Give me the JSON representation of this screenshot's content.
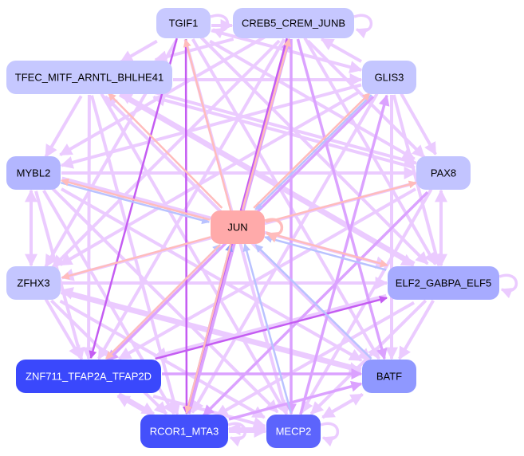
{
  "colors": {
    "edge_light": "#ebcbff",
    "edge_mid": "#dba2ff",
    "edge_dark": "#c45cf2",
    "edge_pink": "#ffbcbc",
    "edge_blue": "#b9c2ff",
    "edge_blue_dark": "#8e9cf8"
  },
  "nodes": [
    {
      "id": "TGIF1",
      "label": "TGIF1",
      "fill": "#c8c9ff",
      "text": "#000000"
    },
    {
      "id": "CREB5",
      "label": "CREB5_CREM_JUNB",
      "fill": "#c6c7ff",
      "text": "#000000"
    },
    {
      "id": "TFEC",
      "label": "TFEC_MITF_ARNTL_BHLHE41",
      "fill": "#c6c8ff",
      "text": "#000000"
    },
    {
      "id": "GLIS3",
      "label": "GLIS3",
      "fill": "#c4c6ff",
      "text": "#000000"
    },
    {
      "id": "MYBL2",
      "label": "MYBL2",
      "fill": "#b3b6ff",
      "text": "#000000"
    },
    {
      "id": "PAX8",
      "label": "PAX8",
      "fill": "#c2c4ff",
      "text": "#000000"
    },
    {
      "id": "JUN",
      "label": "JUN",
      "fill": "#ffaaaa",
      "text": "#000000"
    },
    {
      "id": "ZFHX3",
      "label": "ZFHX3",
      "fill": "#c4c6ff",
      "text": "#000000"
    },
    {
      "id": "ELF2",
      "label": "ELF2_GABPA_ELF5",
      "fill": "#a7abff",
      "text": "#000000"
    },
    {
      "id": "ZNF711",
      "label": "ZNF711_TFAP2A_TFAP2D",
      "fill": "#3a48fc",
      "text": "#ffffff"
    },
    {
      "id": "BATF",
      "label": "BATF",
      "fill": "#8f98ff",
      "text": "#000000"
    },
    {
      "id": "RCOR1",
      "label": "RCOR1_MTA3",
      "fill": "#4450fb",
      "text": "#ffffff"
    },
    {
      "id": "MECP2",
      "label": "MECP2",
      "fill": "#5c64fc",
      "text": "#ffffff"
    }
  ],
  "edges": [
    [
      "JUN",
      "TGIF1",
      "edge_pink"
    ],
    [
      "JUN",
      "CREB5",
      "edge_pink"
    ],
    [
      "JUN",
      "TFEC",
      "edge_pink"
    ],
    [
      "JUN",
      "GLIS3",
      "edge_pink"
    ],
    [
      "JUN",
      "MYBL2",
      "edge_pink"
    ],
    [
      "JUN",
      "PAX8",
      "edge_pink"
    ],
    [
      "JUN",
      "ZFHX3",
      "edge_pink"
    ],
    [
      "JUN",
      "ZNF711",
      "edge_pink"
    ],
    [
      "JUN",
      "RCOR1",
      "edge_pink"
    ],
    [
      "JUN",
      "ELF2",
      "edge_pink"
    ],
    [
      "GLIS3",
      "JUN",
      "edge_blue"
    ],
    [
      "MYBL2",
      "JUN",
      "edge_blue"
    ],
    [
      "ELF2",
      "JUN",
      "edge_blue"
    ],
    [
      "BATF",
      "JUN",
      "edge_blue"
    ],
    [
      "MECP2",
      "JUN",
      "edge_blue"
    ],
    [
      "RCOR1",
      "JUN",
      "edge_blue_dark"
    ],
    [
      "ZNF711",
      "JUN",
      "edge_blue"
    ],
    [
      "TGIF1",
      "ZNF711",
      "edge_dark"
    ],
    [
      "TGIF1",
      "RCOR1",
      "edge_dark"
    ],
    [
      "ZNF711",
      "ELF2",
      "edge_dark"
    ],
    [
      "CREB5",
      "RCOR1",
      "edge_dark"
    ],
    [
      "GLIS3",
      "ZNF711",
      "edge_mid"
    ],
    [
      "CREB5",
      "BATF",
      "edge_mid"
    ],
    [
      "CREB5",
      "MECP2",
      "edge_mid"
    ],
    [
      "PAX8",
      "RCOR1",
      "edge_mid"
    ],
    [
      "RCOR1",
      "BATF",
      "edge_mid"
    ],
    [
      "MECP2",
      "GLIS3",
      "edge_mid"
    ],
    [
      "ZNF711",
      "BATF",
      "edge_mid"
    ],
    [
      "RCOR1",
      "CREB5",
      "edge_mid"
    ],
    [
      "TGIF1",
      "CREB5",
      "edge_light"
    ],
    [
      "TGIF1",
      "TFEC",
      "edge_light"
    ],
    [
      "TGIF1",
      "GLIS3",
      "edge_light"
    ],
    [
      "TGIF1",
      "PAX8",
      "edge_light"
    ],
    [
      "TGIF1",
      "ELF2",
      "edge_light"
    ],
    [
      "TGIF1",
      "BATF",
      "edge_light"
    ],
    [
      "TGIF1",
      "MECP2",
      "edge_light"
    ],
    [
      "TGIF1",
      "ZFHX3",
      "edge_light"
    ],
    [
      "CREB5",
      "TFEC",
      "edge_light"
    ],
    [
      "CREB5",
      "MYBL2",
      "edge_light"
    ],
    [
      "CREB5",
      "ZFHX3",
      "edge_light"
    ],
    [
      "CREB5",
      "ZNF711",
      "edge_light"
    ],
    [
      "CREB5",
      "PAX8",
      "edge_light"
    ],
    [
      "CREB5",
      "ELF2",
      "edge_light"
    ],
    [
      "GLIS3",
      "CREB5",
      "edge_light"
    ],
    [
      "TFEC",
      "GLIS3",
      "edge_light"
    ],
    [
      "TFEC",
      "PAX8",
      "edge_light"
    ],
    [
      "TFEC",
      "ELF2",
      "edge_light"
    ],
    [
      "TFEC",
      "BATF",
      "edge_light"
    ],
    [
      "TFEC",
      "MECP2",
      "edge_light"
    ],
    [
      "TFEC",
      "ZNF711",
      "edge_light"
    ],
    [
      "TFEC",
      "RCOR1",
      "edge_light"
    ],
    [
      "TFEC",
      "MYBL2",
      "edge_light"
    ],
    [
      "GLIS3",
      "MYBL2",
      "edge_light"
    ],
    [
      "GLIS3",
      "ZFHX3",
      "edge_light"
    ],
    [
      "GLIS3",
      "PAX8",
      "edge_light"
    ],
    [
      "GLIS3",
      "ELF2",
      "edge_light"
    ],
    [
      "GLIS3",
      "RCOR1",
      "edge_light"
    ],
    [
      "GLIS3",
      "BATF",
      "edge_light"
    ],
    [
      "MYBL2",
      "PAX8",
      "edge_light"
    ],
    [
      "MYBL2",
      "ZFHX3",
      "edge_light"
    ],
    [
      "MYBL2",
      "ELF2",
      "edge_light"
    ],
    [
      "MYBL2",
      "BATF",
      "edge_light"
    ],
    [
      "MYBL2",
      "ZNF711",
      "edge_light"
    ],
    [
      "MYBL2",
      "MECP2",
      "edge_light"
    ],
    [
      "MYBL2",
      "RCOR1",
      "edge_light"
    ],
    [
      "PAX8",
      "ELF2",
      "edge_light"
    ],
    [
      "PAX8",
      "ZFHX3",
      "edge_light"
    ],
    [
      "PAX8",
      "ZNF711",
      "edge_light"
    ],
    [
      "PAX8",
      "MECP2",
      "edge_light"
    ],
    [
      "PAX8",
      "TFEC",
      "edge_light"
    ],
    [
      "ZFHX3",
      "ELF2",
      "edge_light"
    ],
    [
      "ZFHX3",
      "BATF",
      "edge_light"
    ],
    [
      "ZFHX3",
      "ZNF711",
      "edge_light"
    ],
    [
      "ZFHX3",
      "RCOR1",
      "edge_light"
    ],
    [
      "ZFHX3",
      "MECP2",
      "edge_light"
    ],
    [
      "ZFHX3",
      "MYBL2",
      "edge_light"
    ],
    [
      "ELF2",
      "BATF",
      "edge_light"
    ],
    [
      "ELF2",
      "ZNF711",
      "edge_light"
    ],
    [
      "ELF2",
      "RCOR1",
      "edge_light"
    ],
    [
      "ELF2",
      "MECP2",
      "edge_light"
    ],
    [
      "ELF2",
      "TFEC",
      "edge_light"
    ],
    [
      "ELF2",
      "PAX8",
      "edge_light"
    ],
    [
      "ZNF711",
      "RCOR1",
      "edge_light"
    ],
    [
      "ZNF711",
      "MECP2",
      "edge_light"
    ],
    [
      "RCOR1",
      "ZNF711",
      "edge_light"
    ],
    [
      "RCOR1",
      "MECP2",
      "edge_light"
    ],
    [
      "MECP2",
      "RCOR1",
      "edge_light"
    ],
    [
      "BATF",
      "MECP2",
      "edge_light"
    ],
    [
      "BATF",
      "ZFHX3",
      "edge_light"
    ],
    [
      "MECP2",
      "BATF",
      "edge_light"
    ],
    [
      "BATF",
      "TFEC",
      "edge_light"
    ]
  ],
  "self_loops": [
    "TGIF1",
    "CREB5",
    "JUN",
    "ELF2",
    "MECP2",
    "RCOR1"
  ]
}
